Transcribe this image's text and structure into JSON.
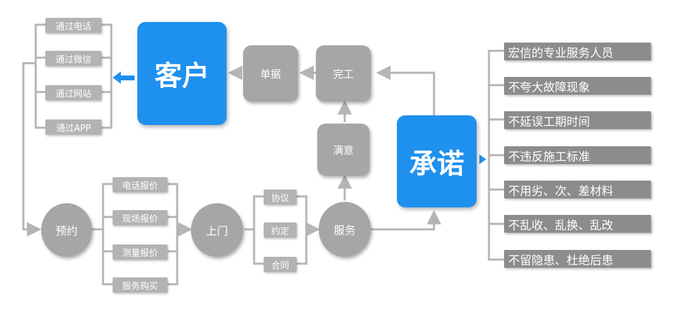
{
  "customer": {
    "label": "客户",
    "channels": [
      "通过电话",
      "通过微信",
      "通过网站",
      "通过APP"
    ]
  },
  "steps": {
    "receipt": "单据",
    "finish": "完工",
    "satisfied": "满意",
    "appointment": "预约",
    "visit": "上门",
    "service": "服务"
  },
  "quotes": [
    "电话报价",
    "现场报价",
    "测量报价",
    "服务购买"
  ],
  "contract": [
    "协议",
    "约定",
    "合同"
  ],
  "promise": {
    "label": "承诺",
    "items": [
      "宏信的专业服务人员",
      "不夸大故障现象",
      "不延误工期时间",
      "不违反施工标准",
      "不用劣、次、差材料",
      "不乱收、乱换、乱改",
      "不留隐患、杜绝后患"
    ]
  },
  "colors": {
    "accent": "#1e90ee",
    "node": "#a6a6a6",
    "tag": "#b3b3b3",
    "promise_tag": "#8c8c8c",
    "line": "#b5b5b5"
  }
}
